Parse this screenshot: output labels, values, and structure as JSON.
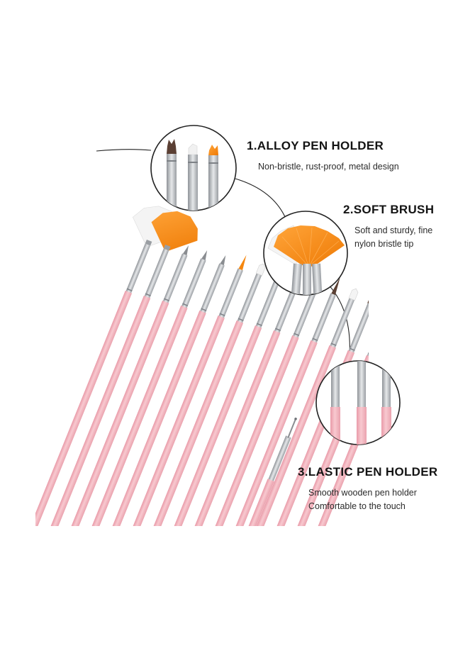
{
  "features": [
    {
      "title": "1.ALLOY PEN HOLDER",
      "description_lines": [
        "Non-bristle, rust-proof, metal design"
      ]
    },
    {
      "title": "2.SOFT BRUSH",
      "description_lines": [
        "Soft and sturdy, fine",
        "nylon bristle tip"
      ]
    },
    {
      "title": "3.LASTIC PEN HOLDER",
      "description_lines": [
        "Smooth wooden pen holder",
        "Comfortable to the touch"
      ]
    }
  ],
  "colors": {
    "handle_pink": "#f3b7c0",
    "bristle_orange": "#f5870f",
    "bristle_white": "#f4f4f4",
    "ferrule_silver": "#b9bcc0",
    "bristle_dark": "#5b4034",
    "callout_line": "#222222"
  },
  "brush_count": 15
}
